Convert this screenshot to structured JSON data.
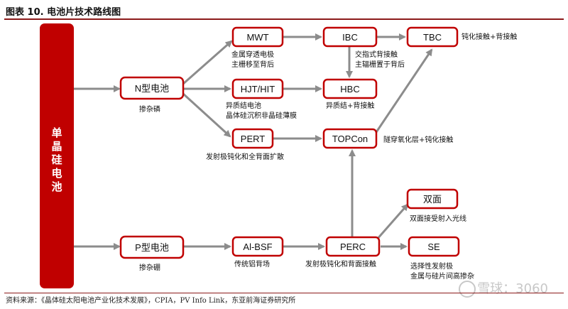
{
  "title": "图表 10. 电池片技术路线图",
  "footer": "资料来源：《晶体硅太阳电池产业化技术发展》，CPIA，PV Info Link，东亚前海证券研究所",
  "watermark": "雪球：3060",
  "colors": {
    "accent": "#c00000",
    "arrow": "#8c8c8c",
    "rule": "#8b1a1a"
  },
  "main": {
    "label_chars": [
      "单",
      "晶",
      "硅",
      "电",
      "池"
    ]
  },
  "nodes": {
    "ntype": {
      "label": "N型电池",
      "caption": [
        "掺杂磷"
      ]
    },
    "ptype": {
      "label": "P型电池",
      "caption": [
        "掺杂硼"
      ]
    },
    "mwt": {
      "label": "MWT",
      "caption": [
        "金属穿透电极",
        "主栅移至背后"
      ]
    },
    "ibc": {
      "label": "IBC",
      "caption": [
        "交指式背接触",
        "主辐栅置于背后"
      ]
    },
    "tbc": {
      "label": "TBC",
      "caption": [
        "钝化接触+背接触"
      ]
    },
    "hjt": {
      "label": "HJT/HIT",
      "caption": [
        "异质结电池",
        "晶体硅沉积非晶硅薄膜"
      ]
    },
    "hbc": {
      "label": "HBC",
      "caption": [
        "异质结+背接触"
      ]
    },
    "pert": {
      "label": "PERT",
      "caption": [
        "发射极钝化和全背面扩散"
      ]
    },
    "topcon": {
      "label": "TOPCon",
      "caption": [
        "隧穿氧化层+钝化接触"
      ]
    },
    "bifacial": {
      "label": "双面",
      "caption": [
        "双面接受射入光线"
      ]
    },
    "albsf": {
      "label": "Al-BSF",
      "caption": [
        "传统铝背场"
      ]
    },
    "perc": {
      "label": "PERC",
      "caption": [
        "发射极钝化和背面接触"
      ]
    },
    "se": {
      "label": "SE",
      "caption": [
        "选择性发射极",
        "金属与硅片间高掺杂"
      ]
    }
  }
}
